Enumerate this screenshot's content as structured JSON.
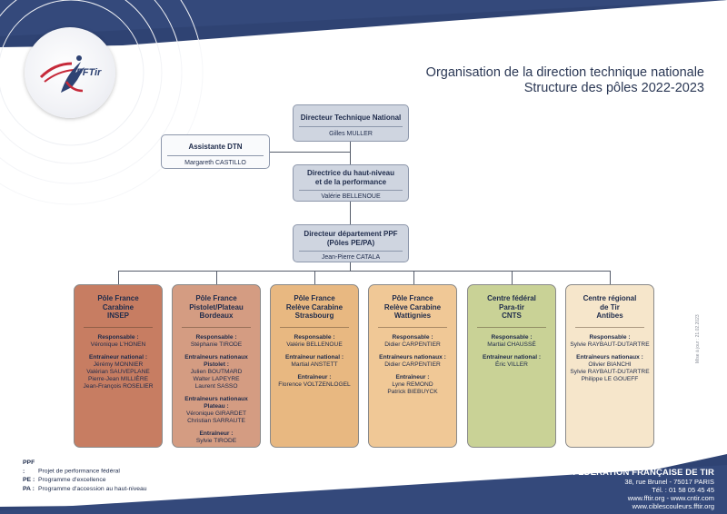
{
  "brand": {
    "logo_text": "FFTir"
  },
  "title": {
    "line1": "Organisation de la direction technique nationale",
    "line2": "Structure des pôles 2022-2023"
  },
  "hierarchy": {
    "dtn": {
      "title": "Directeur Technique National",
      "name": "Gilles MULLER"
    },
    "assistant": {
      "title": "Assistante DTN",
      "name": "Margareth CASTILLO"
    },
    "hp": {
      "title_line1": "Directrice du haut-niveau",
      "title_line2": "et de la performance",
      "name": "Valérie BELLENOUE"
    },
    "ppf": {
      "title_line1": "Directeur département PPF",
      "title_line2": "(Pôles PE/PA)",
      "name": "Jean-Pierre CATALA"
    }
  },
  "poles": [
    {
      "color": "#c77d62",
      "title": [
        "Pôle France",
        "Carabine",
        "INSEP"
      ],
      "sections": [
        {
          "label": "Responsable :",
          "names": [
            "Véronique L'HONEN"
          ]
        },
        {
          "label": "Entraîneur national :",
          "names": [
            "Jérémy MONNIER",
            "Valérian SAUVEPLANE",
            "Pierre-Jean MILLIÈRE",
            "Jean-François ROSELIER"
          ]
        }
      ]
    },
    {
      "color": "#d49c82",
      "title": [
        "Pôle France",
        "Pistolet/Plateau",
        "Bordeaux"
      ],
      "sections": [
        {
          "label": "Responsable :",
          "names": [
            "Stéphanie TIRODE"
          ]
        },
        {
          "label": "Entraîneurs nationaux",
          "label2": "Pistolet :",
          "names": [
            "Julien BOUTMARD",
            "Walter LAPEYRE",
            "Laurent SASSO"
          ]
        },
        {
          "label": "Entraîneurs nationaux",
          "label2": "Plateau :",
          "names": [
            "Véronique GIRARDET",
            "Christian SARRAUTE"
          ]
        },
        {
          "label": "Entraîneur :",
          "names": [
            "Sylvie TIRODE"
          ]
        }
      ]
    },
    {
      "color": "#e8b881",
      "title": [
        "Pôle France",
        "Relève Carabine",
        "Strasbourg"
      ],
      "sections": [
        {
          "label": "Responsable :",
          "names": [
            "Valérie BELLENOUE"
          ]
        },
        {
          "label": "Entraîneur national :",
          "names": [
            "Martial ANSTETT"
          ]
        },
        {
          "label": "Entraîneur :",
          "names": [
            "Florence VOLTZENLOGEL"
          ]
        }
      ]
    },
    {
      "color": "#f0c896",
      "title": [
        "Pôle France",
        "Relève Carabine",
        "Wattignies"
      ],
      "sections": [
        {
          "label": "Responsable :",
          "names": [
            "Didier CARPENTIER"
          ]
        },
        {
          "label": "Entraîneurs nationaux :",
          "names": [
            "Didier CARPENTIER"
          ]
        },
        {
          "label": "Entraîneur :",
          "names": [
            "Lyne REMOND",
            "Patrick BIEBUYCK"
          ]
        }
      ]
    },
    {
      "color": "#c9d296",
      "title": [
        "Centre fédéral",
        "Para-tir",
        "CNTS"
      ],
      "sections": [
        {
          "label": "Responsable :",
          "names": [
            "Martial CHAUSSÉ"
          ]
        },
        {
          "label": "Entraîneur national :",
          "names": [
            "Éric VILLER"
          ]
        }
      ]
    },
    {
      "color": "#f6e6cb",
      "title": [
        "Centre régional",
        "de Tir",
        "Antibes"
      ],
      "sections": [
        {
          "label": "Responsable :",
          "names": [
            "Sylvie RAYBAUT-DUTARTRE"
          ]
        },
        {
          "label": "Entraîneurs nationaux :",
          "names": [
            "Olivier BIANCHI",
            "Sylvie RAYBAUT-DUTARTRE",
            "Philippe LE GOUEFF"
          ]
        }
      ]
    }
  ],
  "update_stamp": "Mise à jour : 21.02.2023",
  "legend": [
    {
      "abbr": "PPF :",
      "text": "Projet de performance fédéral"
    },
    {
      "abbr": "PE :",
      "text": "Programme d'excellence"
    },
    {
      "abbr": "PA :",
      "text": "Programme d'accession au haut-niveau"
    }
  ],
  "footer": {
    "org_name": "FÉDÉRATION FRANÇAISE DE TIR",
    "address": "38, rue Brunel - 75017 PARIS",
    "phone": "Tél. : 01 58 05 45 45",
    "web1": "www.fftir.org - www.cntir.com",
    "web2": "www.ciblescouleurs.fftir.org"
  },
  "colors": {
    "navy": "#2f4373",
    "box_blue": "#cfd5e0"
  }
}
